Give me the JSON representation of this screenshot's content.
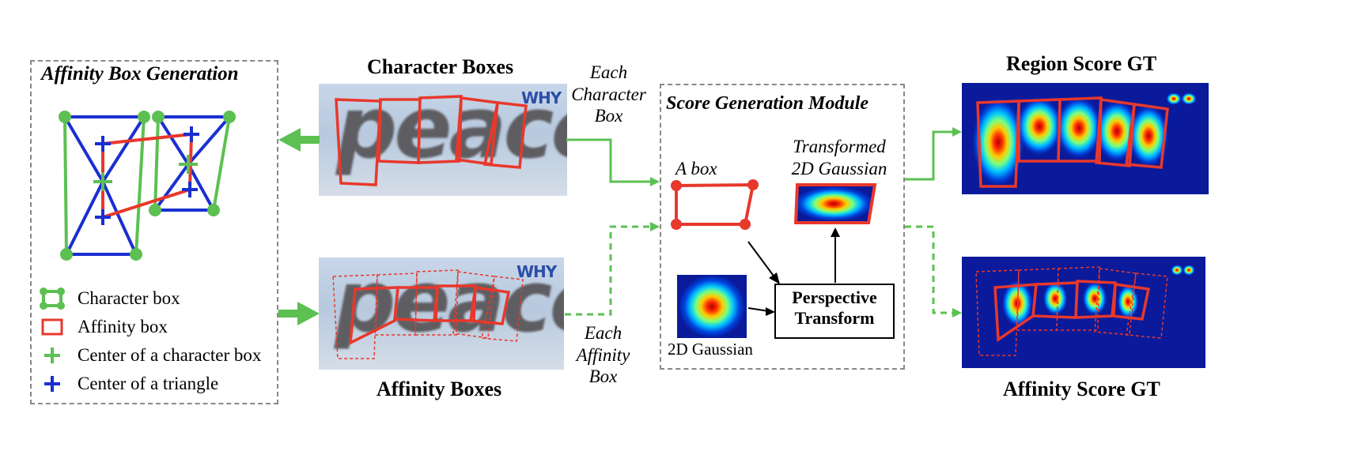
{
  "affinity_panel": {
    "title": "Affinity Box Generation",
    "legend": [
      {
        "label": "Character box",
        "icon": "green-box-icon"
      },
      {
        "label": "Affinity box",
        "icon": "red-box-icon"
      },
      {
        "label": "Center of a character box",
        "icon": "green-plus-icon"
      },
      {
        "label": "Center of a triangle",
        "icon": "blue-plus-icon"
      }
    ]
  },
  "character_boxes": {
    "title": "Character Boxes",
    "word": "peace",
    "watermark": "WHY"
  },
  "affinity_boxes": {
    "title": "Affinity Boxes",
    "word": "peace",
    "watermark": "WHY"
  },
  "each_character_box": "Each\nCharacter\nBox",
  "each_affinity_box": "Each\nAffinity\nBox",
  "score_module": {
    "title": "Score Generation Module",
    "a_box": "A box",
    "transformed": "Transformed\n2D Gaussian",
    "gaussian": "2D Gaussian",
    "perspective": "Perspective\nTransform"
  },
  "region_score": {
    "title": "Region Score GT"
  },
  "affinity_score": {
    "title": "Affinity Score GT"
  },
  "colors": {
    "green": "#5cc052",
    "red": "#e8382c",
    "blue": "#1a2fd0",
    "heat_bg": "#0a1a9a"
  }
}
